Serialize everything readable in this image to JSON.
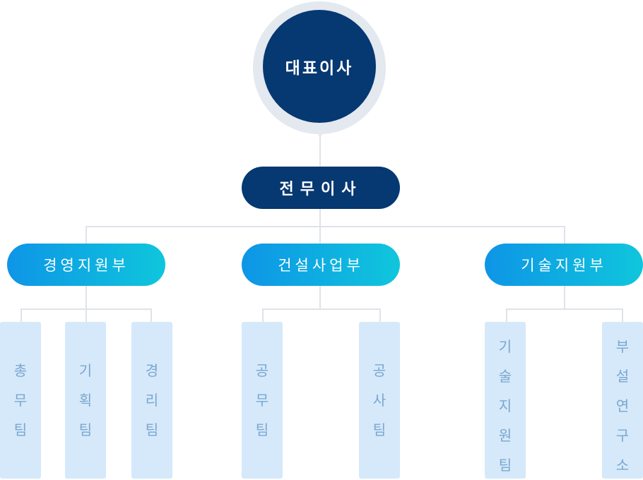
{
  "ceo": {
    "label": "대표이사"
  },
  "managing_director": {
    "label": "전무이사"
  },
  "divisions": [
    {
      "label": "경영지원부",
      "teams": [
        "총무팀",
        "기획팀",
        "경리팀"
      ]
    },
    {
      "label": "건설사업부",
      "teams": [
        "공무팀",
        "공사팀"
      ]
    },
    {
      "label": "기술지원부",
      "teams": [
        "기술지원팀",
        "부설연구소"
      ]
    }
  ],
  "colors": {
    "ceo": "#063872",
    "division_gradient_start": "#0e95e6",
    "division_gradient_end": "#0fc6dc",
    "team_bg": "#d5e9fa",
    "team_text": "#7ba6cf",
    "connector": "#dfe3e8"
  }
}
